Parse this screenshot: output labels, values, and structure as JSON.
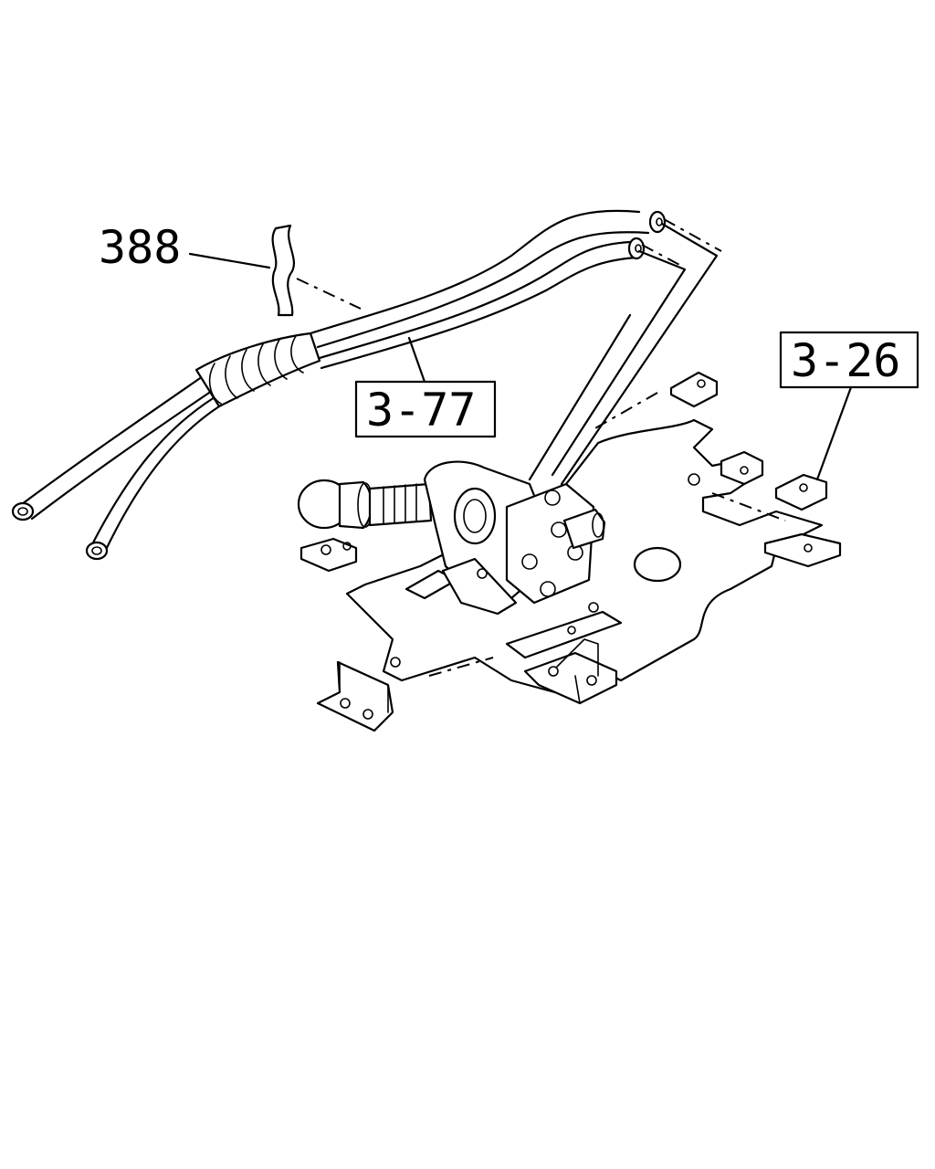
{
  "callouts": [
    {
      "id": "388",
      "label": "388",
      "boxed": false
    },
    {
      "id": "3-77",
      "label": "3-77",
      "boxed": true
    },
    {
      "id": "3-26",
      "label": "3-26",
      "boxed": true
    }
  ]
}
